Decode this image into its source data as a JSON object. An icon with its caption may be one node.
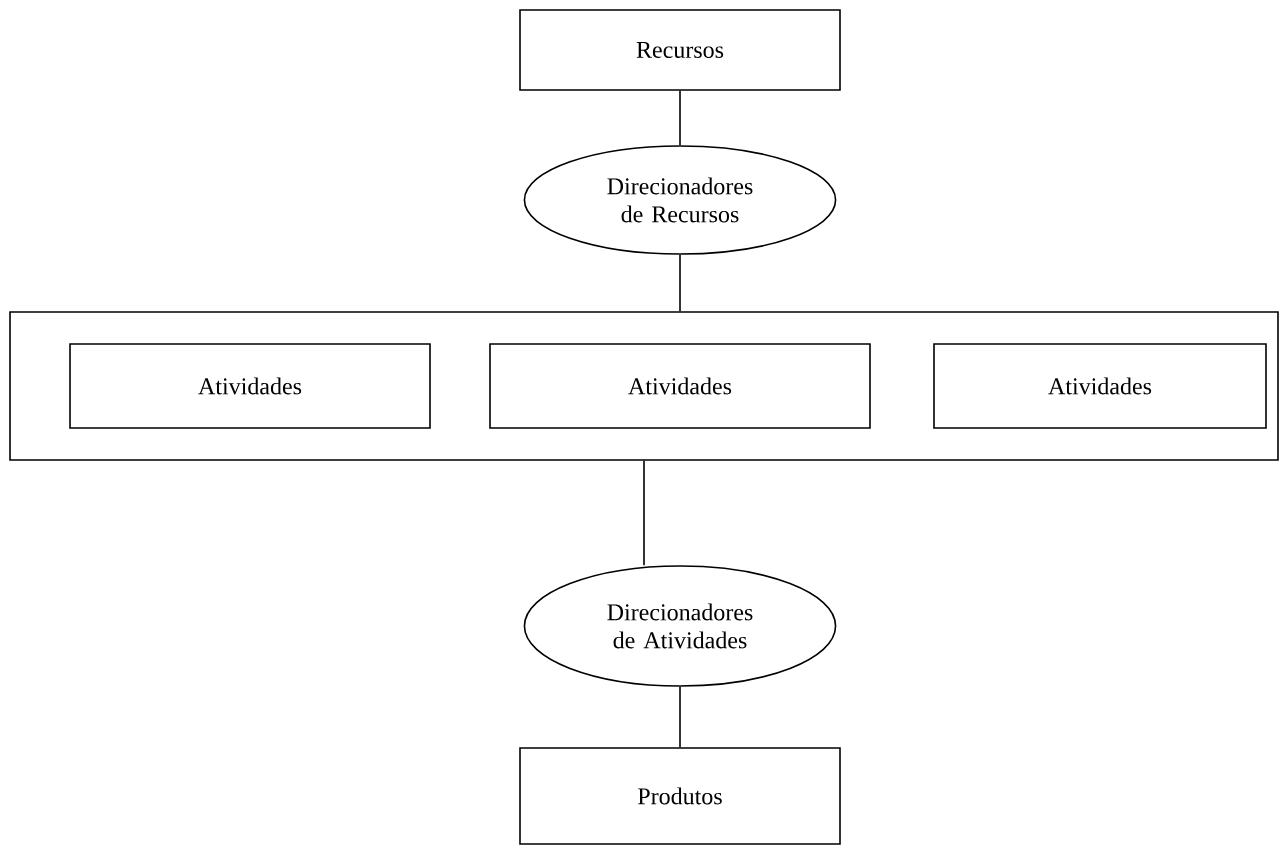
{
  "diagram": {
    "nodes": [
      {
        "text": [
          "Recursos"
        ]
      },
      {
        "text": [
          "Direcionadores de Recursos"
        ]
      },
      {
        "text": [],
        "shape": "box"
      },
      {
        "text": [
          "Atividades"
        ],
        "in": 2
      },
      {
        "text": [
          "Atividades"
        ],
        "in": 2
      },
      {
        "text": [
          "Atividades"
        ],
        "in": 2
      },
      {
        "text": [
          "Direcionadores de Atividades"
        ]
      },
      {
        "text": [
          "Produtos"
        ]
      }
    ],
    "edges": [
      {
        "from": 0,
        "to": 1,
        "arrow": "none"
      },
      {
        "from": 1,
        "to": 2,
        "arrow": "none"
      },
      {
        "from": 2,
        "to": 6,
        "arrow": "none"
      },
      {
        "from": 6,
        "to": 7,
        "arrow": "none"
      }
    ]
  }
}
